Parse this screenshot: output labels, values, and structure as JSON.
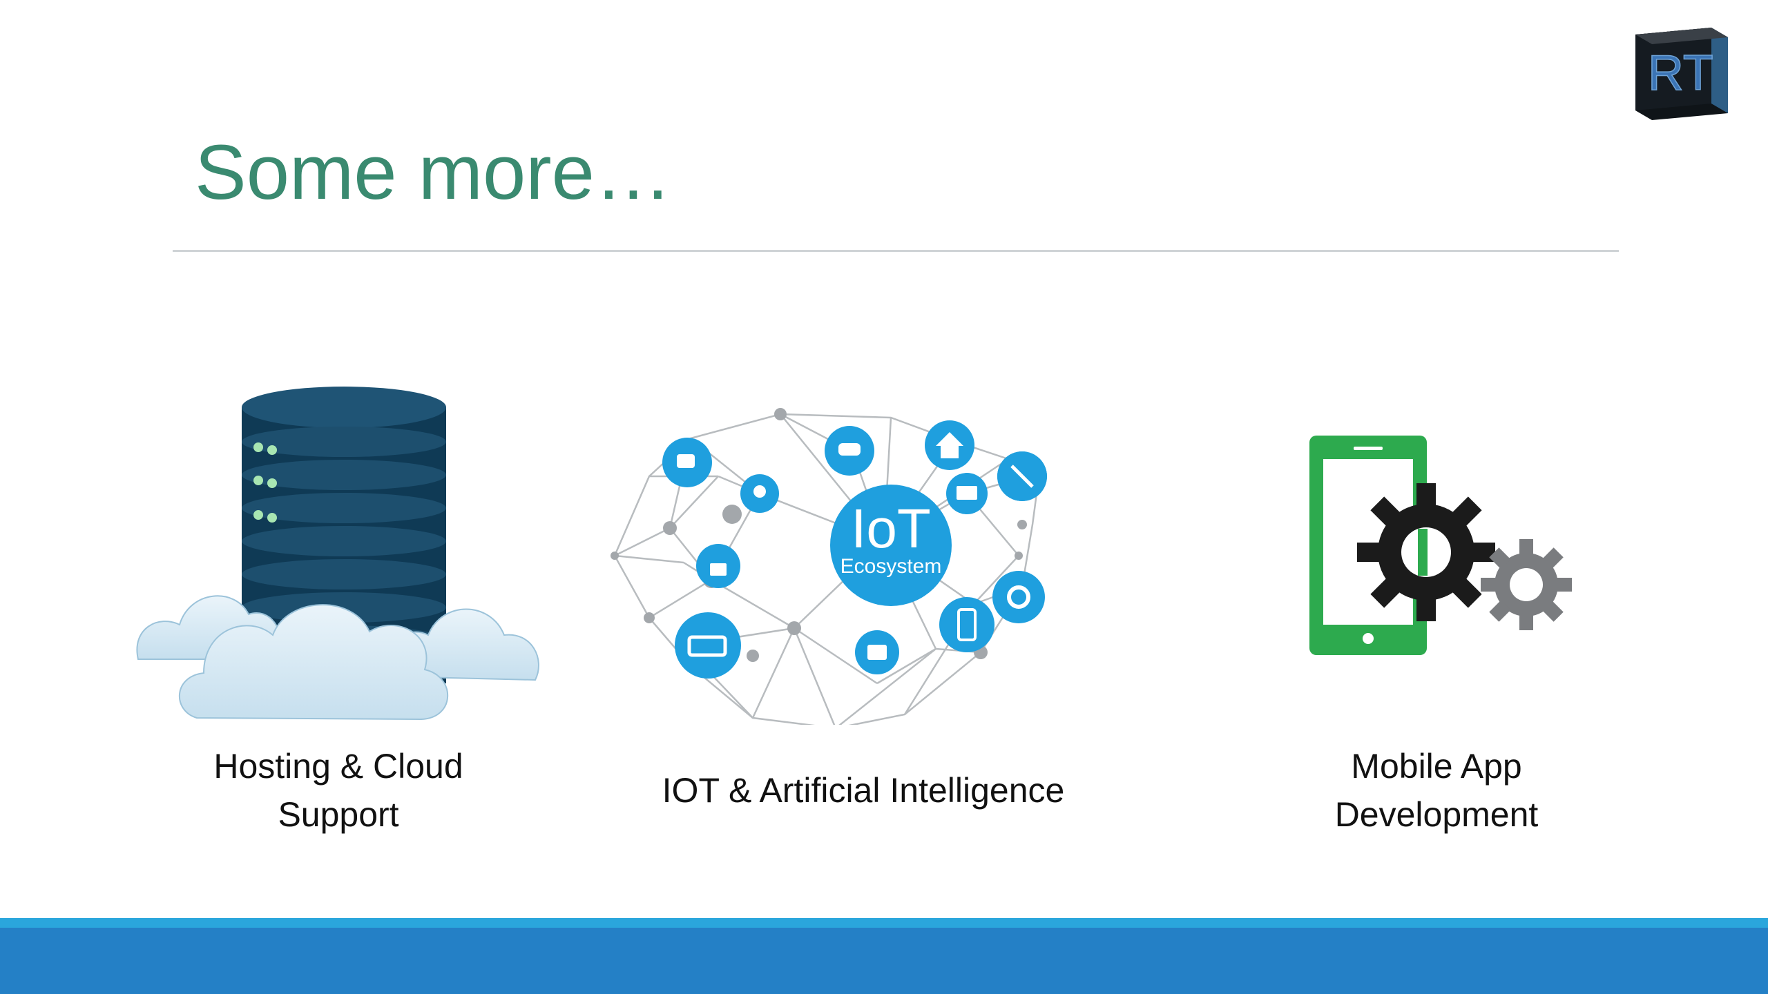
{
  "slide": {
    "title": "Some more…",
    "logo_text": "RT"
  },
  "items": [
    {
      "icon": "database-cloud-icon",
      "caption_line1": "Hosting & Cloud",
      "caption_line2": "Support"
    },
    {
      "icon": "iot-ecosystem-icon",
      "caption_line1": "IOT & Artificial Intelligence",
      "badge_title": "IoT",
      "badge_subtitle": "Ecosystem"
    },
    {
      "icon": "mobile-gears-icon",
      "caption_line1": "Mobile App",
      "caption_line2": "Development"
    }
  ],
  "colors": {
    "title": "#3a8a70",
    "rule": "#cfd3d6",
    "footer_light": "#2aa6dc",
    "footer_dark": "#2480c6",
    "database": "#1d4f6e",
    "iot_blue": "#1f9fde",
    "phone_green": "#2daa4e",
    "gear_dark": "#1b1b1b",
    "gear_grey": "#7a7c7f"
  }
}
